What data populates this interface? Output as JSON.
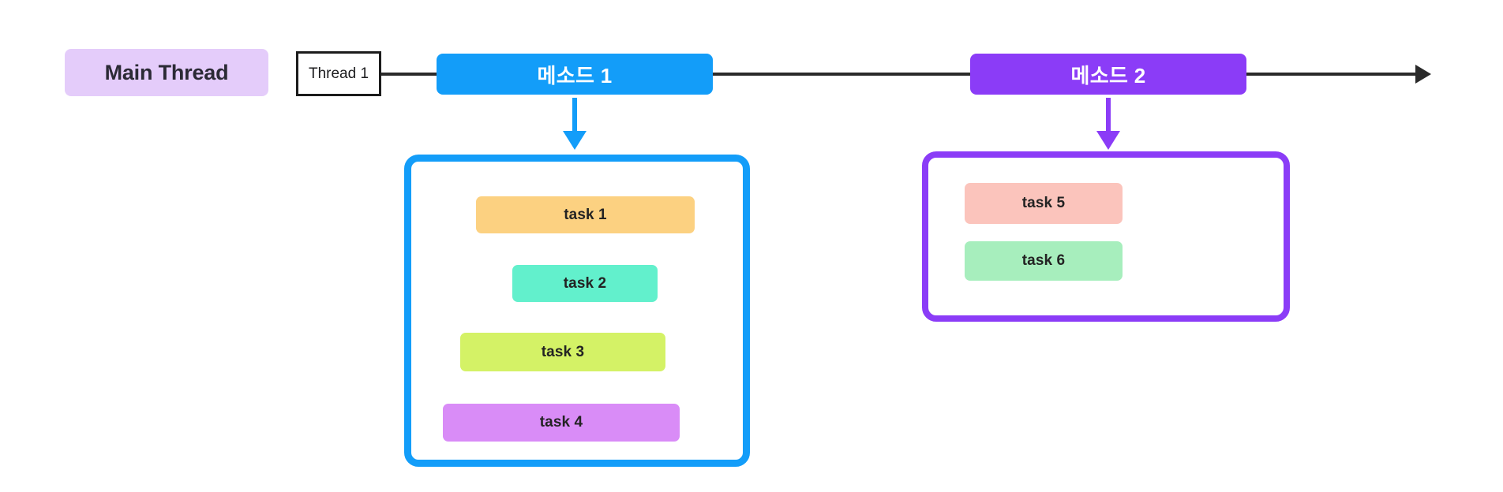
{
  "diagram": {
    "title_label": "Main Thread",
    "thread_label": "Thread 1",
    "timeline": {
      "axis_icon": "arrow-right-icon",
      "methods": [
        {
          "id": "method-1",
          "label": "메소드 1",
          "color": "#139DF9"
        },
        {
          "id": "method-2",
          "label": "메소드 2",
          "color": "#8B3CF7"
        }
      ]
    },
    "groups": [
      {
        "id": "method-1-tasks",
        "border_color": "#139DF9",
        "arrow_icon": "arrow-down-icon",
        "tasks": [
          {
            "label": "task 1",
            "color": "#FCD181"
          },
          {
            "label": "task 2",
            "color": "#62F0CC"
          },
          {
            "label": "task 3",
            "color": "#D4F266"
          },
          {
            "label": "task 4",
            "color": "#D98CF7"
          }
        ]
      },
      {
        "id": "method-2-tasks",
        "border_color": "#8B3CF7",
        "arrow_icon": "arrow-down-icon",
        "tasks": [
          {
            "label": "task 5",
            "color": "#FBC4BC"
          },
          {
            "label": "task 6",
            "color": "#A7EEBD"
          }
        ]
      }
    ],
    "colors": {
      "main_thread_bg": "#E4CCFA",
      "axis": "#2A2A2A",
      "thread_box_border": "#1C1C1C",
      "background": "#FFFFFF"
    }
  }
}
